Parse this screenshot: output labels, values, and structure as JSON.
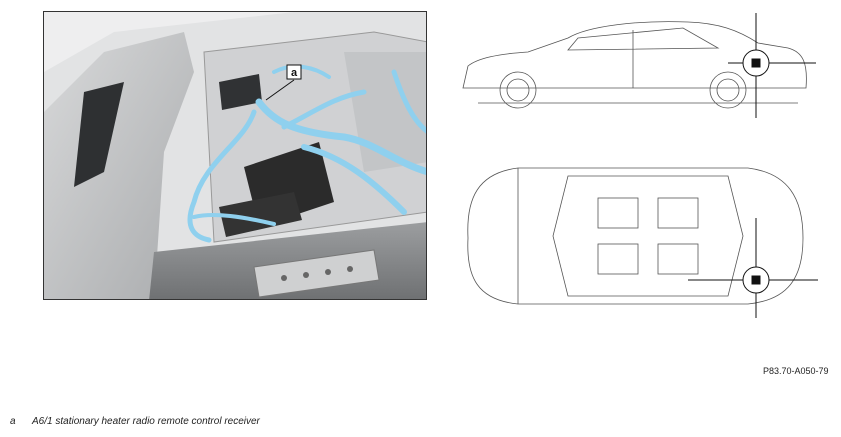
{
  "callout": {
    "letter": "a"
  },
  "figure_code": "P83.70-A050-79",
  "legend": [
    {
      "key": "a",
      "text": "A6/1 stationary heater radio remote control receiver"
    }
  ],
  "colors": {
    "highlight_cable": "#8fd0ee",
    "line_art": "#555555",
    "module_dark": "#2b2b2b",
    "marker": "#111111"
  }
}
